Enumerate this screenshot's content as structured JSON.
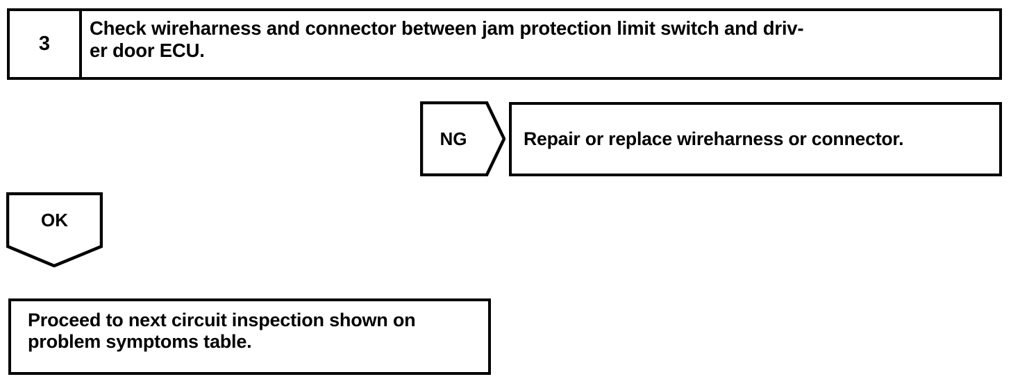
{
  "page": {
    "kind": "troubleshooting-flowchart",
    "background_color": "#ffffff",
    "line_color": "#000000",
    "text_color": "#000000"
  },
  "step": {
    "number": "3",
    "instruction": "Check wireharness and connector between jam protection limit switch and driv-\ner door ECU."
  },
  "branches": {
    "ng": {
      "label": "NG",
      "result_text": "Repair or replace wireharness or connector."
    },
    "ok": {
      "label": "OK",
      "result_text": "Proceed to next circuit inspection shown on\nproblem symptoms table."
    }
  }
}
